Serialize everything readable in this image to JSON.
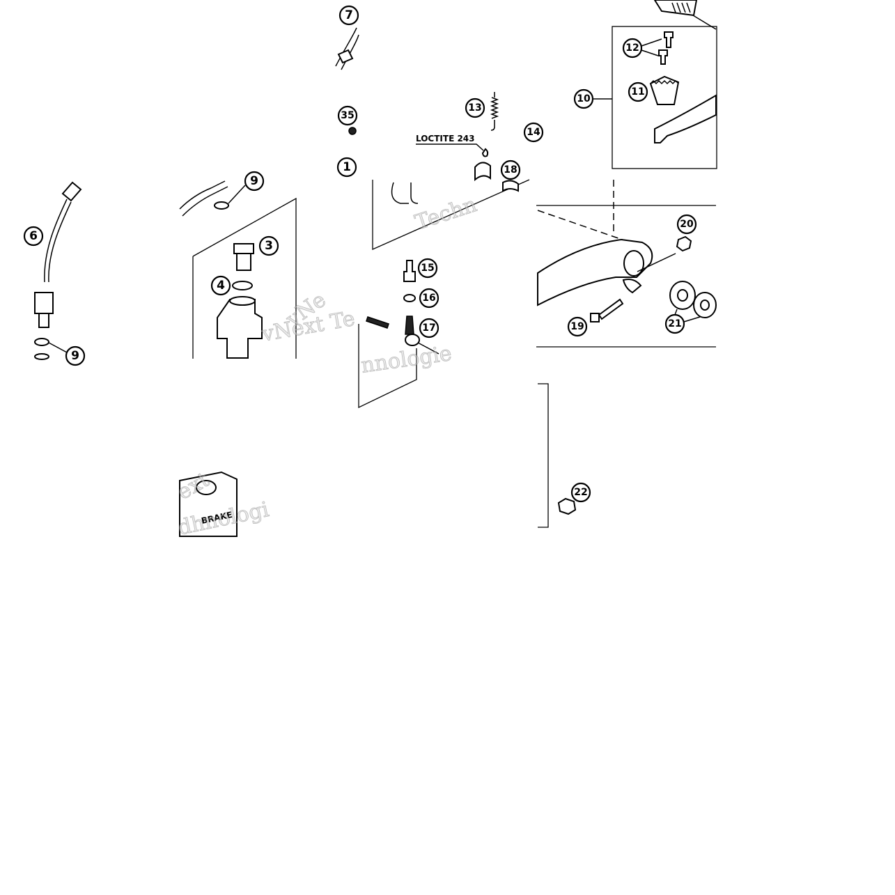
{
  "diagram": {
    "callouts": {
      "c1": "1",
      "c3": "3",
      "c4": "4",
      "c6": "6",
      "c7": "7",
      "c9a": "9",
      "c9b": "9",
      "c10": "10",
      "c11": "11",
      "c12": "12",
      "c13": "13",
      "c14": "14",
      "c15": "15",
      "c16": "16",
      "c17": "17",
      "c18": "18",
      "c19": "19",
      "c20": "20",
      "c21": "21",
      "c22": "22",
      "c35": "35"
    },
    "note": "LOCTITE 243",
    "watermarks": {
      "w1": "Techn",
      "w2": "vNext Te",
      "w3": "vNe",
      "w4": "nnologie",
      "w5": "ext",
      "w6": "dhnologi"
    },
    "label_text": "BRAKE"
  }
}
